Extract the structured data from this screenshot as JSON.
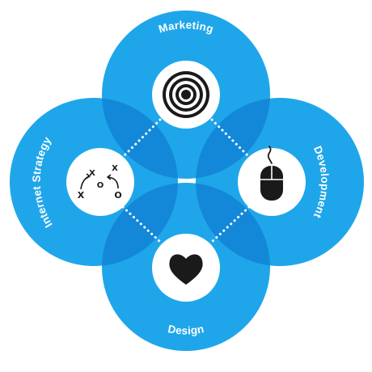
{
  "colors": {
    "circle": "#1fa6ea",
    "overlap": "#1488d8",
    "node_fill": "#ffffff",
    "icon": "#1a1a1a",
    "dots": "#ffffff"
  },
  "segments": [
    {
      "key": "top",
      "label": "Marketing",
      "icon": "target-icon"
    },
    {
      "key": "right",
      "label": "Development",
      "icon": "mouse-icon"
    },
    {
      "key": "bottom",
      "label": "Design",
      "icon": "heart-icon"
    },
    {
      "key": "left",
      "label": "Internet Strategy",
      "icon": "strategy-play-icon"
    }
  ],
  "strategy_marks": {
    "x_top_left": "X",
    "x_top_right": "X",
    "o_middle": "O",
    "x_bottom": "X",
    "o_bottom": "O"
  }
}
